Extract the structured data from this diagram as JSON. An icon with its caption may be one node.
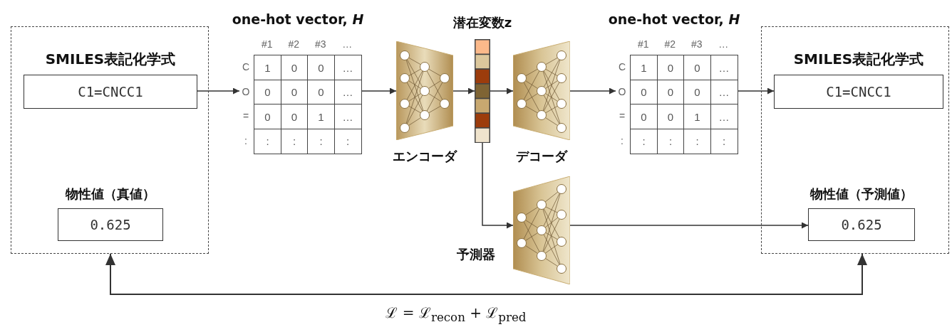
{
  "diagram": {
    "nodes": [
      {
        "text": [],
        "shape": "box"
      },
      {
        "text": [
          "SMILES表記化学式",
          "C1=CNCC1"
        ],
        "in": 0
      },
      {
        "text": [
          "物性値（真値）",
          "0.625"
        ],
        "in": 0
      },
      {
        "text": [
          "one-hot vector, *H*"
        ]
      },
      {
        "text": [
          "エンコーダ"
        ]
      },
      {
        "text": [
          "潜在変数z"
        ]
      },
      {
        "text": [
          "デコーダ"
        ]
      },
      {
        "text": [
          "one-hot vector, *H*"
        ]
      },
      {
        "text": [],
        "shape": "box"
      },
      {
        "text": [
          "SMILES表記化学式",
          "C1=CNCC1"
        ],
        "in": 8
      },
      {
        "text": [
          "予測器"
        ]
      },
      {
        "text": [
          "物性値（予測値）",
          "0.625"
        ],
        "in": 8
      }
    ],
    "edges": [
      {
        "from": 1,
        "to": 3,
        "arrow": "to"
      },
      {
        "from": 3,
        "to": 4,
        "arrow": "to"
      },
      {
        "from": 4,
        "to": 5,
        "arrow": "to"
      },
      {
        "from": 5,
        "to": 6,
        "arrow": "to"
      },
      {
        "from": 6,
        "to": 7,
        "arrow": "to"
      },
      {
        "from": 7,
        "to": 9,
        "arrow": "to"
      },
      {
        "from": 5,
        "to": 10,
        "arrow": "to"
      },
      {
        "from": 10,
        "to": 11,
        "arrow": "to"
      },
      {
        "from": 0,
        "to": 8,
        "arrow": "both",
        "label": "ℒ = ℒ$_{recon}$ + ℒ$_{pred}$"
      }
    ],
    "labels": [
      "#1",
      "#2",
      "#3",
      "…",
      "C",
      "1",
      "0",
      "0",
      "…",
      "O",
      "0",
      "0",
      "0",
      "…",
      "=",
      "0",
      "0",
      "1",
      "…",
      ":",
      ":",
      ":",
      ":",
      ":",
      "#1",
      "#2",
      "#3",
      "…",
      "C",
      "1",
      "0",
      "0",
      "…",
      "O",
      "0",
      "0",
      "0",
      "…",
      "=",
      "0",
      "0",
      "1",
      "…",
      ":",
      ":",
      ":",
      ":",
      ":"
    ]
  }
}
